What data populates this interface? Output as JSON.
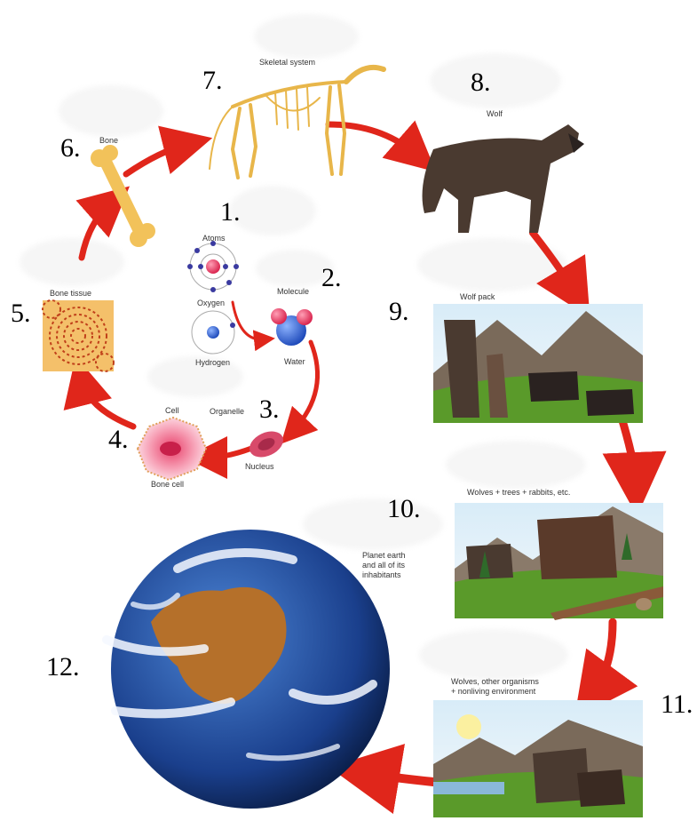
{
  "numbers": {
    "n1": "1.",
    "n2": "2.",
    "n3": "3.",
    "n4": "4.",
    "n5": "5.",
    "n6": "6.",
    "n7": "7.",
    "n8": "8.",
    "n9": "9.",
    "n10": "10.",
    "n11": "11.",
    "n12": "12."
  },
  "captions": {
    "atoms": "Atoms",
    "oxygen": "Oxygen",
    "hydrogen": "Hydrogen",
    "molecule": "Molecule",
    "water": "Water",
    "cell": "Cell",
    "organelle": "Organelle",
    "nucleus": "Nucleus",
    "bone_cell": "Bone cell",
    "bone_tissue": "Bone tissue",
    "bone": "Bone",
    "skeletal_system": "Skeletal system",
    "wolf": "Wolf",
    "wolf_pack": "Wolf pack",
    "community": "Wolves + trees + rabbits, etc.",
    "ecosystem_line1": "Wolves, other organisms",
    "ecosystem_line2": "+ nonliving environment",
    "biosphere_line1": "Planet earth",
    "biosphere_line2": "and all of its",
    "biosphere_line3": "inhabitants"
  },
  "colors": {
    "arrow": "#e0261b",
    "bone": "#f2c25a",
    "oxygen": "#e8305a",
    "hydrogen": "#2a5fd0",
    "grass": "#5a9a2a",
    "mountain": "#7a6a5a",
    "wolf": "#4a3a30",
    "ocean": "#1f4fa0"
  }
}
